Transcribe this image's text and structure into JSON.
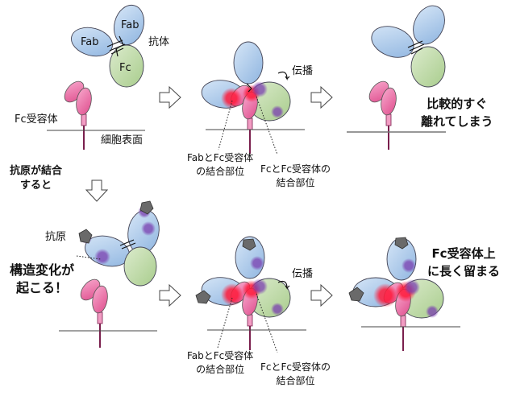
{
  "labels": {
    "fab_top": "Fab",
    "fab_left": "Fab",
    "fc": "Fc",
    "antibody": "抗体",
    "fc_receptor": "Fc受容体",
    "cell_surface": "細胞表面",
    "antigen_binding_line1": "抗原が結合",
    "antigen_binding_line2": "すると",
    "propagation_top": "伝播",
    "propagation_bottom": "伝播",
    "fab_site_line1": "FabとFc受容体",
    "fab_site_line2": "の結合部位",
    "fc_site_line1": "FcとFc受容体の",
    "fc_site_line2": "結合部位",
    "fab_site_b_line1": "FabとFc受容体",
    "fab_site_b_line2": "の結合部位",
    "fc_site_b_line1": "FcとFc受容体の",
    "fc_site_b_line2": "結合部位",
    "detach_line1": "比較的すぐ",
    "detach_line2": "離れてしまう",
    "antigen": "抗原",
    "conformation_line1": "構造変化が",
    "conformation_line2": "起こる！",
    "stay_line1": "Fc受容体上",
    "stay_line2": "に長く留まる"
  },
  "colors": {
    "fab": "#a9c8ea",
    "fc": "#c2dcaa",
    "receptor": "#ea6fa8",
    "binding_site": "#ff2a4a",
    "conformation": "#8a4fb5",
    "antigen": "#6e6e6e"
  }
}
